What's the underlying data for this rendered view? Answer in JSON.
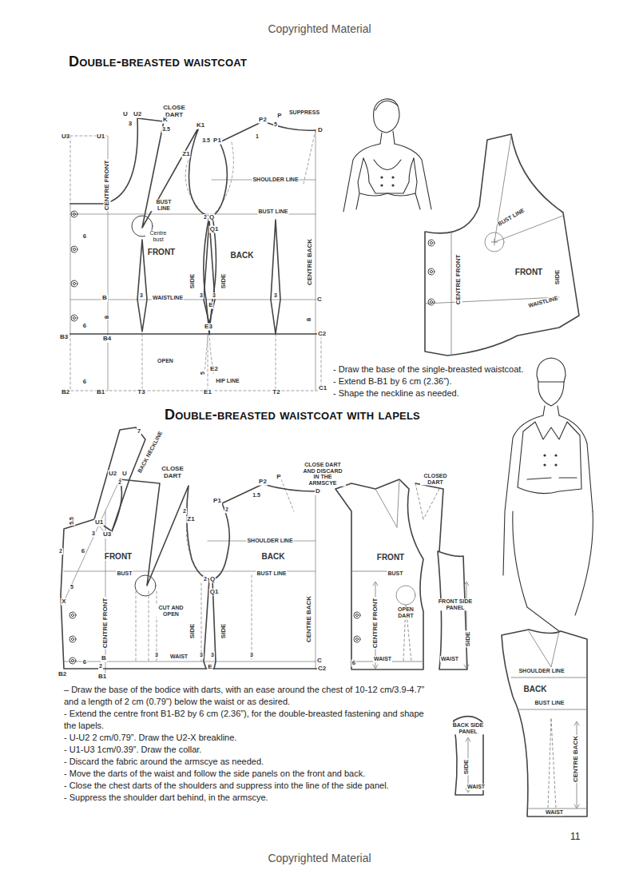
{
  "diagram": {
    "title": "Double-breasted waistcoat",
    "labels": [
      "Copyrighted Material",
      "U",
      "U2",
      "CLOSE DART",
      "3",
      "K",
      "3.5",
      "K1",
      "3.5",
      "U3",
      "U1",
      "Z1",
      "P1",
      "P2",
      "P",
      "SUPPRESS",
      "5",
      "D",
      "1",
      "SHOULDER LINE",
      "CENTRE FRONT",
      "BUST LINE",
      "BUST LINE",
      "2",
      "Q",
      "Q1",
      "Centre bust",
      "6",
      "FRONT",
      "BACK",
      "SIDE",
      "SIDE",
      "CENTRE BACK",
      "B",
      "3",
      "WAISTLINE",
      "3",
      "3",
      "E",
      "3",
      "C",
      "8",
      "8",
      "6",
      "E3",
      "C2",
      "B3",
      "B4",
      "OPEN",
      "E2",
      "5",
      "6",
      "HIP LINE",
      "B2",
      "B1",
      "T3",
      "E1",
      "T2",
      "C1",
      "BUST LINE",
      "FRONT",
      "CENTRE FRONT",
      "SIDE",
      "WAISTLINE",
      "- Draw the base of the single-breasted waistcoat.",
      "- Extend B-B1 by 6 cm (2.36”).",
      "- Shape the neckline as needed.",
      "Double-breasted waistcoat with lapels",
      "7",
      "BACK NECKLINE",
      "CLOSE DART",
      "U2",
      "U",
      "2",
      "CLOSE DART AND DISCARD IN THE ARMSCYE",
      "P2",
      "P",
      "1.5",
      "D",
      "P1",
      "2",
      "2",
      "Z1",
      "5.5",
      "U1",
      "3",
      "U3",
      "CLOSED DART",
      "SHOULDER LINE",
      "2",
      "6",
      "FRONT",
      "BACK",
      "BUST",
      "BUST LINE",
      "2",
      "Q",
      "Q1",
      "5",
      "X",
      "CENTRE FRONT",
      "CUT AND OPEN",
      "SIDE",
      "SIDE",
      "CENTRE BACK",
      "B",
      "3",
      "WAIST",
      "3",
      "3",
      "3",
      "C",
      "6",
      "2",
      "E",
      "B2",
      "B1",
      "C2",
      "FRONT",
      "BUST",
      "CENTRE FRONT",
      "OPEN DART",
      "FRONT SIDE PANEL",
      "SIDE",
      "6",
      "WAIST",
      "WAIST",
      "SHOULDER LINE",
      "BACK",
      "BUST LINE",
      "CENTRE BACK",
      "WAIST",
      "BACK SIDE PANEL",
      "SIDE",
      "WAIST",
      "– Draw the base of the bodice with darts, with an ease around the chest of 10-12 cm/3.9-4.7” and a length of 2 cm (0.79”) below the waist or as desired.",
      "- Extend the centre front B1-B2 by 6 cm (2.36”), for the double-breasted fastening and shape the lapels.",
      "- U-U2 2 cm/0.79”. Draw the U2-X breakline.",
      "- U1-U3 1cm/0.39”. Draw the collar.",
      "- Discard the fabric around the armscye as needed.",
      "- Move the darts of the waist and follow the side panels on the front and back.",
      "- Close the chest darts of the shoulders and suppress into the line of the side panel.",
      "- Suppress the shoulder dart behind, in the armscye.",
      "11",
      "Copyrighted Material"
    ]
  }
}
